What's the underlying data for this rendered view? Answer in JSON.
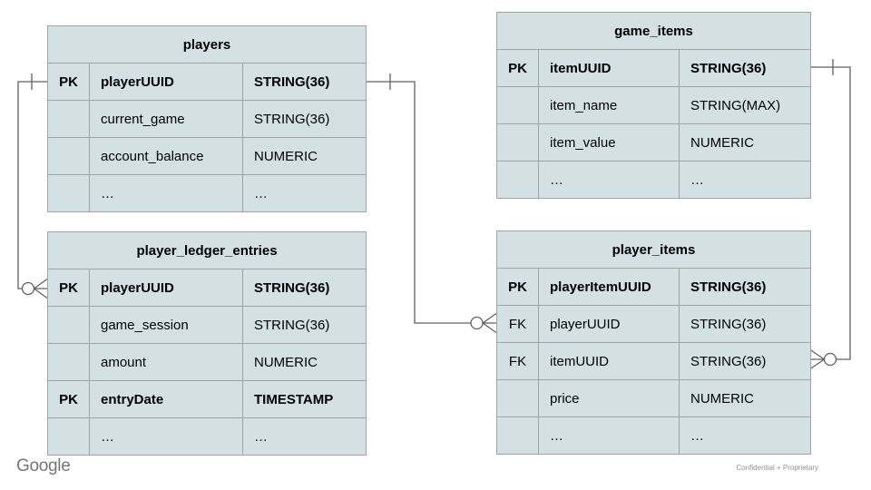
{
  "footer": {
    "logo": "Google",
    "note": "Confidential + Proprietary"
  },
  "colors": {
    "cell_fill": "#d3e1e4",
    "table_border": "#a0a4a7",
    "connector": "#5f6163",
    "text": "#000000",
    "logo_gray": "#757575",
    "note_gray": "#8d9195"
  },
  "tables": [
    {
      "id": "players",
      "title": "players",
      "rows": [
        {
          "key": "PK",
          "name": "playerUUID",
          "type": "STRING(36)",
          "bold": true
        },
        {
          "key": "",
          "name": "current_game",
          "type": "STRING(36)",
          "bold": false
        },
        {
          "key": "",
          "name": "account_balance",
          "type": "NUMERIC",
          "bold": false
        },
        {
          "key": "",
          "name": "…",
          "type": "…",
          "bold": false
        }
      ]
    },
    {
      "id": "game_items",
      "title": "game_items",
      "rows": [
        {
          "key": "PK",
          "name": "itemUUID",
          "type": "STRING(36)",
          "bold": true
        },
        {
          "key": "",
          "name": "item_name",
          "type": "STRING(MAX)",
          "bold": false
        },
        {
          "key": "",
          "name": "item_value",
          "type": "NUMERIC",
          "bold": false
        },
        {
          "key": "",
          "name": "…",
          "type": "…",
          "bold": false
        }
      ]
    },
    {
      "id": "player_ledger_entries",
      "title": "player_ledger_entries",
      "rows": [
        {
          "key": "PK",
          "name": "playerUUID",
          "type": "STRING(36)",
          "bold": true
        },
        {
          "key": "",
          "name": "game_session",
          "type": "STRING(36)",
          "bold": false
        },
        {
          "key": "",
          "name": "amount",
          "type": "NUMERIC",
          "bold": false
        },
        {
          "key": "PK",
          "name": "entryDate",
          "type": "TIMESTAMP",
          "bold": true
        },
        {
          "key": "",
          "name": "…",
          "type": "…",
          "bold": false
        }
      ]
    },
    {
      "id": "player_items",
      "title": "player_items",
      "rows": [
        {
          "key": "PK",
          "name": "playerItemUUID",
          "type": "STRING(36)",
          "bold": true
        },
        {
          "key": "FK",
          "name": "playerUUID",
          "type": "STRING(36)",
          "bold": false
        },
        {
          "key": "FK",
          "name": "itemUUID",
          "type": "STRING(36)",
          "bold": false
        },
        {
          "key": "",
          "name": "price",
          "type": "NUMERIC",
          "bold": false
        },
        {
          "key": "",
          "name": "…",
          "type": "…",
          "bold": false
        }
      ]
    }
  ],
  "relationships": [
    {
      "from": "players.playerUUID",
      "to": "player_ledger_entries.playerUUID",
      "from_cardinality": "one",
      "to_cardinality": "zero-or-many"
    },
    {
      "from": "players.playerUUID",
      "to": "player_items.playerUUID",
      "from_cardinality": "one",
      "to_cardinality": "zero-or-many"
    },
    {
      "from": "game_items.itemUUID",
      "to": "player_items.itemUUID",
      "from_cardinality": "one",
      "to_cardinality": "zero-or-many"
    }
  ]
}
